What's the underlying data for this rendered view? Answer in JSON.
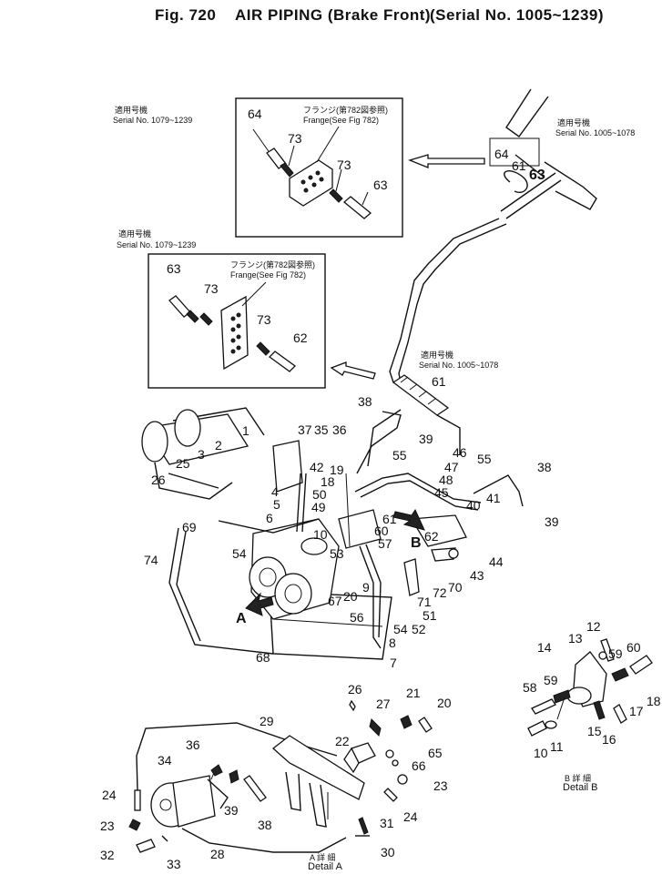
{
  "header": {
    "fig_number": "Fig. 720",
    "title": "AIR PIPING (Brake Front)",
    "serial": "(Serial No. 1005~1239)"
  },
  "insets": [
    {
      "id": "upper",
      "serial_jp": "適用号機",
      "serial": "Serial No. 1079~1239",
      "flange_jp": "フランジ(第782図参照)",
      "flange": "Frange(See Fig 782)"
    },
    {
      "id": "lower",
      "serial_jp": "適用号機",
      "serial": "Serial No. 1079~1239",
      "flange_jp": "フランジ(第782図参照)",
      "flange": "Frange(See Fig 782)"
    }
  ],
  "serial_notes": [
    {
      "id": "top-right",
      "jp": "適用号機",
      "text": "Serial No. 1005~1078"
    },
    {
      "id": "middle",
      "jp": "適用号機",
      "text": "Serial No. 1005~1078"
    }
  ],
  "details": {
    "a_jp": "A 詳 細",
    "a": "Detail A",
    "b_jp": "B 詳 細",
    "b": "Detail B"
  },
  "arrows": {
    "a": "A",
    "b": "B"
  },
  "callouts": [
    "64",
    "73",
    "73",
    "63",
    "63",
    "73",
    "73",
    "62",
    "64",
    "61",
    "63",
    "61",
    "38",
    "39",
    "37",
    "35",
    "36",
    "1",
    "2",
    "25",
    "3",
    "26",
    "4",
    "5",
    "6",
    "69",
    "74",
    "42",
    "19",
    "18",
    "50",
    "49",
    "10",
    "55",
    "46",
    "47",
    "48",
    "45",
    "55",
    "38",
    "40",
    "41",
    "39",
    "61",
    "60",
    "62",
    "57",
    "53",
    "54",
    "9",
    "20",
    "67",
    "43",
    "44",
    "70",
    "72",
    "71",
    "51",
    "52",
    "54",
    "56",
    "8",
    "7",
    "68",
    "12",
    "13",
    "14",
    "59",
    "60",
    "58",
    "59",
    "18",
    "17",
    "16",
    "15",
    "11",
    "10",
    "26",
    "27",
    "21",
    "20",
    "29",
    "22",
    "65",
    "66",
    "23",
    "36",
    "34",
    "39",
    "38",
    "24",
    "23",
    "24",
    "31",
    "30",
    "32",
    "33",
    "28"
  ]
}
